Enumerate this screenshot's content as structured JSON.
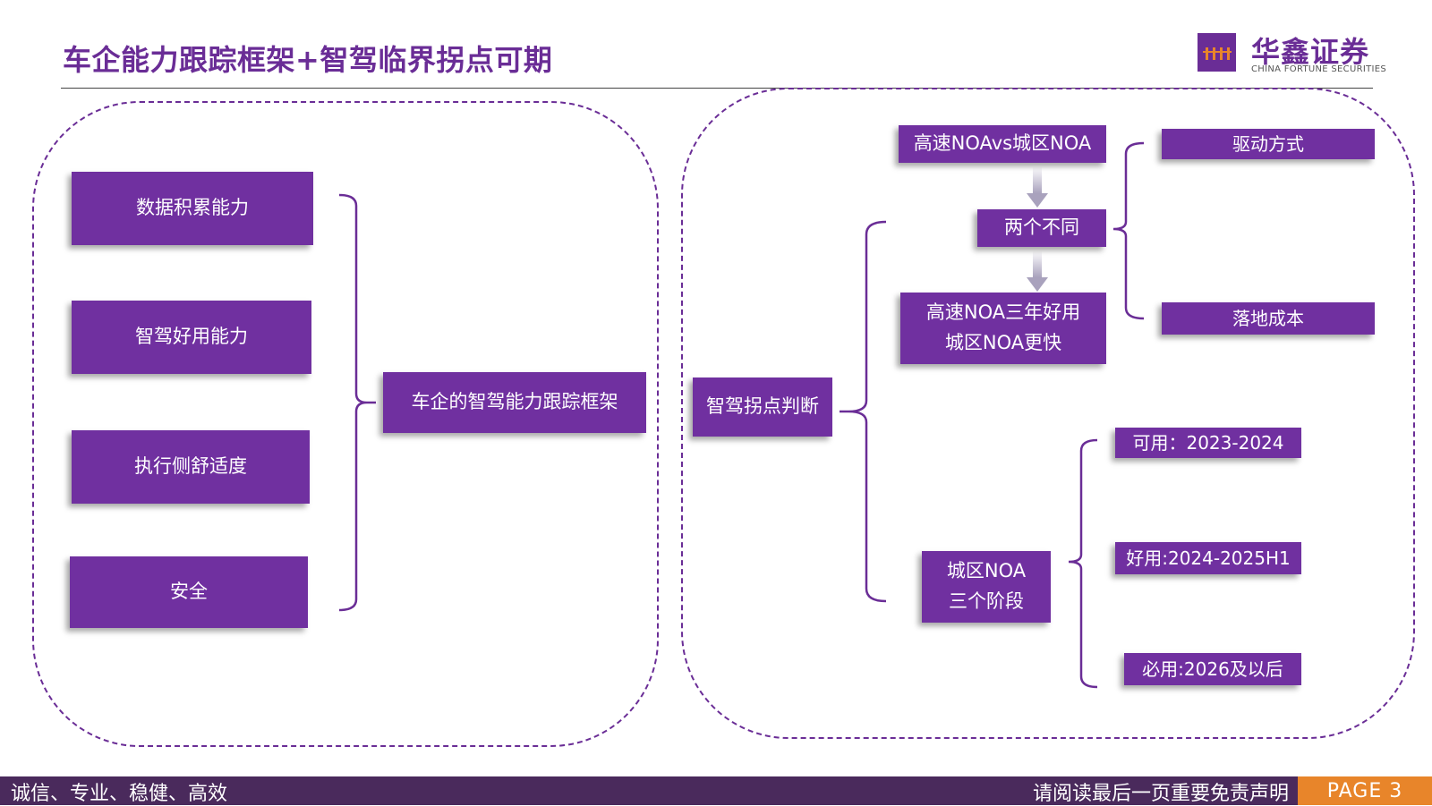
{
  "header": {
    "title": "车企能力跟踪框架+智驾临界拐点可期",
    "brand_name": "华鑫证券",
    "brand_subtitle": "CHINA FORTUNE SECURITIES"
  },
  "left_panel": {
    "capabilities": [
      "数据积累能力",
      "智驾好用能力",
      "执行侧舒适度",
      "安全"
    ],
    "framework": "车企的智驾能力跟踪框架"
  },
  "right_panel": {
    "root": "智驾拐点判断",
    "compare": "高速NOAvs城区NOA",
    "difference": "两个不同",
    "conclusion": "高速NOA三年好用\n城区NOA更快",
    "factors": [
      "驱动方式",
      "落地成本"
    ],
    "stages_node": "城区NOA\n三个阶段",
    "stages": [
      "可用：2023-2024",
      "好用:2024-2025H1",
      "必用:2026及以后"
    ]
  },
  "footer": {
    "motto": "诚信、专业、稳健、高效",
    "disclaimer": "请阅读最后一页重要免责声明",
    "page": "PAGE 3"
  },
  "colors": {
    "brand_purple": "#7030a0",
    "title_purple": "#6a2d96",
    "footer_bar": "#4a2a5c",
    "page_orange": "#e8852a"
  },
  "icons": [
    "arrow-down-icon",
    "brand-logo-icon"
  ]
}
